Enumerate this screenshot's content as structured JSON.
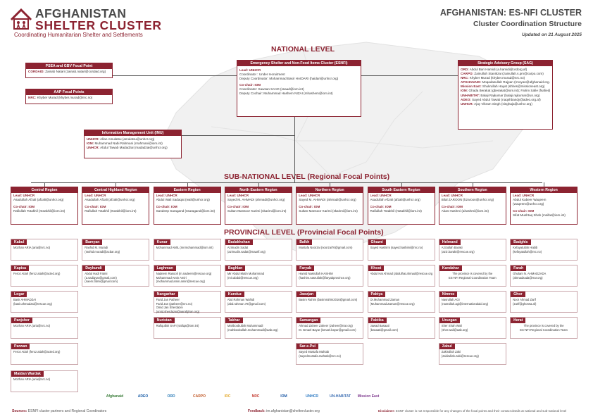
{
  "header": {
    "logo_line1": "AFGHANISTAN",
    "logo_line2": "SHELTER CLUSTER",
    "tagline": "Coordinating Humanitarian Shelter and Settlements",
    "title": "AFGHANISTAN: ES-NFI CLUSTER",
    "subtitle": "Cluster Coordination Structure",
    "updated": "Updated on 21 August 2025"
  },
  "levels": {
    "national": "NATIONAL LEVEL",
    "subnational": "SUB-NATIONAL LEVEL (Regional Focal Points)",
    "provincial": "PROVINCIAL LEVEL (Provincial Focal Points)"
  },
  "psea": {
    "title": "PSEA and GBV Focal Point",
    "label": "CORDAID:",
    "text": "Zainab Natari (zainab.natari@cordaid.org)"
  },
  "aap": {
    "title": "AAP Focal Points",
    "label": "NRC:",
    "text": "Khyber Murad (khyber.murad@nrc.no)"
  },
  "esnfi": {
    "title": "Emergency Shelter and Non-Food Items Cluster (ESNFI)",
    "lead_label": "Lead:",
    "lead_org": "UNHCR",
    "lead_lines": [
      "Coordinator : Under recruitment",
      "Deputy Coordinator: Mohammad Basir HAIDARI (haidari@unhcr.org)"
    ],
    "cochair_label": "Co-chair:",
    "cochair_org": "IOM",
    "cochair_lines": [
      "Coordinator: Sawsan SAAD (ssaad@iom.int)",
      "Deputy Cochair: Muhammad Hashem NIZAI (mhashem@iom.int)"
    ]
  },
  "sag": {
    "title": "Strategic Advisory Group (SAG)",
    "items": [
      {
        "org": "ORD:",
        "text": "Abdul Bari Hamidi (a.hamidi@ordorg.af)"
      },
      {
        "org": "CARPO:",
        "text": "Zainullah Stanikzai (zainullah.s.pm@carpo.com)"
      },
      {
        "org": "NRC:",
        "text": "Khyber Murad (khyber.murad@nrc.no)"
      },
      {
        "org": "AFGHANAID:",
        "text": "Moqadasullah Rajpan (rmoyan@afghanaid.org.uk)"
      },
      {
        "org": "Mission East:",
        "text": "Shukrullah Hayat (shhes@missioneast.org)"
      },
      {
        "org": "IOM:",
        "text": "Ghada Berakat (gberakat@iom.int); Fahim Safie (fsafie@iom.int)"
      },
      {
        "org": "UNHABITAT:",
        "text": "Balaji Rajkumar (balaji.rajkumar@un.org)"
      },
      {
        "org": "ADEO:",
        "text": "Sayed Abdul Tawab (naqshbandy@adeo.org.af)"
      },
      {
        "org": "UNHCR:",
        "text": "Ajay Vikram Singh (singhaja@unhcr.org)"
      }
    ]
  },
  "imu": {
    "title": "Information Management Unit (IMU)",
    "items": [
      {
        "org": "UNHCR:",
        "text": "Allan Amulatsu (amulatsu@unhcr.org)"
      },
      {
        "org": "IOM:",
        "text": "Muhammad Nabi Rahmani (nrahmani@iom.int)"
      },
      {
        "org": "UNHCR:",
        "text": "Abdul Tawab Madadzai (madadzai@unhcr.org)"
      }
    ]
  },
  "regions": [
    {
      "name": "Central Region",
      "lead": "UNHCR",
      "lead_text": "Asadullah Afzali (afzali@unhcr.org)",
      "cochair": "IOM",
      "cochair_text": "Rafiullah Totakhil (rtotakhil@iom.int)"
    },
    {
      "name": "Central Highland Region",
      "lead": "UNHCR",
      "lead_text": "Asadullah Afzali (afzali@unhcr.org)",
      "cochair": "IOM",
      "cochair_text": "Rafiullah Totakhil (rtotakhil@iom.int)"
    },
    {
      "name": "Eastern Region",
      "lead": "UNHCR",
      "lead_text": "Abdul Wali Sadaqat (wali@unhcr.org)",
      "cochair": "IOM",
      "cochair_text": "Sandeep Saragand (ssaragand@iom.int)"
    },
    {
      "name": "North Eastern Region",
      "lead": "UNHCR",
      "lead_text": "Sayed M. AHMADI (ahmadi@unhcr.org)",
      "cochair": "IOM",
      "cochair_text": "Sultan Mansoor Karimi (skarimi@iom.int)"
    },
    {
      "name": "Northern Region",
      "lead": "UNHCR",
      "lead_text": "Sayed M. AHMADI (ahmadi@unhcr.org)",
      "cochair": "IOM",
      "cochair_text": "Sultan Mansoor Karimi (skarimi@iom.int)"
    },
    {
      "name": "South Eastern Region",
      "lead": "UNHCR",
      "lead_text": "Asadullah Afzali (afzali@unhcr.org)",
      "cochair": "IOM",
      "cochair_text": "Rafiullah Totakhil (rtotakhil@iom.int)"
    },
    {
      "name": "Southern Region",
      "lead": "UNHCR",
      "lead_text": "Bilal ZAROON (bzaroon@unhcr.org)",
      "cochair": "IOM",
      "cochair_text": "Abas Hashmi (ahashmi@iom.int)"
    },
    {
      "name": "Western Region",
      "lead": "UNHCR",
      "lead_text": "Abdul Kabeer Waqeem (waqeem@unhcr.org)",
      "cochair": "IOM",
      "cochair_text": "Sifat Mushtaq Shah (msifat@iom.int)"
    }
  ],
  "provinces": [
    {
      "name": "Kabul",
      "lines": [
        "Mozhan ARIA (aria@nrc.no)"
      ]
    },
    {
      "name": "Kapisa",
      "lines": [
        "Feroz Atiah (feroz.atiah@acted.org)"
      ]
    },
    {
      "name": "Logar",
      "lines": [
        "Basir AHMADZAI",
        "(basir.ahmadzai@rescue.org)"
      ]
    },
    {
      "name": "Panjsher",
      "lines": [
        "Mozhan ARIA (aria@nrc.no)"
      ]
    },
    {
      "name": "Parwan",
      "lines": [
        "Feroz Atiah (feroz.atiah@acted.org)"
      ]
    },
    {
      "name": "Maidan Wardak",
      "lines": [
        "Mozhan ARIA (aria@nrc.no)"
      ]
    },
    {
      "name": "Bamyan",
      "lines": [
        "Rashid M. Muradi",
        "(rashid.muradi@acbar.org)"
      ]
    },
    {
      "name": "Daykundi",
      "lines": [
        "Abdul Hadi Fatmi",
        "(a.sadiqyar@gmail.com)",
        "(naem.fatmi@gmail.com)"
      ]
    },
    {
      "name": "Kunar",
      "lines": [
        "Mohammad AMIL (mnmohammad@iom.int)"
      ]
    },
    {
      "name": "Laghman",
      "lines": [
        "Nadeem Rasooli (m.nadeem@rescue.org)",
        "Mohammad Amin Amiri",
        "(mohammad.amin.amiri@rescue.org)"
      ]
    },
    {
      "name": "Nangarhar",
      "lines": [
        "Farid Jan Patheer",
        "Farid Jan (patheer@nrc.no)",
        "Omid Jan Sherdazei",
        "(omid.sherdazai@aarafghan.org)"
      ]
    },
    {
      "name": "Nuristan",
      "lines": [
        "Rafiqullah SAFI (safiqa@iom.int)"
      ]
    },
    {
      "name": "Badakhshan",
      "lines": [
        "Azimudin Sadat",
        "(azimudin.sadat@maarif.org)"
      ]
    },
    {
      "name": "Baghlan",
      "lines": [
        "Mir Abdul Matin Muhammad",
        "(mir.abdul@rescue.org)"
      ]
    },
    {
      "name": "Kunduz",
      "lines": [
        "Abd Rahman Wahidi",
        "(abd.rahman.78@gmail.com)"
      ]
    },
    {
      "name": "Takhar",
      "lines": [
        "Mahboobullah Muhammadi",
        "(mahboobullah.muhammadi@aab.org)"
      ]
    },
    {
      "name": "Balkh",
      "lines": [
        "Mustafa Noorzai (noorzai76@gmail.com)"
      ]
    },
    {
      "name": "Faryab",
      "lines": [
        "Hamid Nasrullah HASHIM",
        "(hashim.nasrullah@faryabprovince.org)"
      ]
    },
    {
      "name": "Jawzjan",
      "lines": [
        "Basim Rahim (basimrahim2016@gmail.com)"
      ]
    },
    {
      "name": "Samangan",
      "lines": [
        "Ahmad Zaheer Zaheer (zaheer@rrar.org)",
        "M. Ismael Bayar (ismael.bayar@gmail.com)"
      ]
    },
    {
      "name": "Sar-e-Pul",
      "lines": [
        "Sayed Mustafa Mahtab",
        "(sayedmustafa.mahtab@nrc.no)"
      ]
    },
    {
      "name": "Ghazni",
      "lines": [
        "Sayed Hashimi (sayed.hashimi@nrc.no)"
      ]
    },
    {
      "name": "Khost",
      "lines": [
        "Abdul Hai Ahmad (abdulhai.ahmad@rescue.org)"
      ]
    },
    {
      "name": "Paktya",
      "lines": [
        "Dr.Muhammad Zaman",
        "(Muhammad.Zaman@rescue.org)"
      ]
    },
    {
      "name": "Paktika",
      "lines": [
        "Jawad Basaati",
        "(basaati@gmail.com)"
      ]
    },
    {
      "name": "Helmand",
      "lines": [
        "Azizullah Baraki",
        "(aziz.baraki@rescue.org)"
      ]
    },
    {
      "name": "Kandahar",
      "lines": [
        "The province is covered by the",
        "ES-NFI Regional Coordination Team"
      ],
      "center": true
    },
    {
      "name": "Nimroz",
      "lines": [
        "Nasrullah AGI",
        "(nasrullah.agi@internationalaid.org)"
      ]
    },
    {
      "name": "Uruzgan",
      "lines": [
        "Sher Shah Wali",
        "(sher.wali@aab.org)"
      ]
    },
    {
      "name": "Zabul",
      "lines": [
        "Zakirullah Zaki",
        "(zakirullah.zaki@rescue.org)"
      ]
    },
    {
      "name": "Badghis",
      "lines": [
        "Kefayatullah Habib",
        "(kefayatullah@nrc.no)"
      ]
    },
    {
      "name": "Farah",
      "lines": [
        "Ghulam N. AHMADZADA",
        "(ahmadzada@rrar.org)"
      ]
    },
    {
      "name": "Ghor",
      "lines": [
        "Noor Ahmad Zarif",
        "(zarif@ghorwa.af)"
      ]
    },
    {
      "name": "Herat",
      "lines": [
        "The province is covered by the",
        "ES-NFI Regional Coordination Team"
      ],
      "center": true
    }
  ],
  "partners": [
    "Afghanaid",
    "ADEO",
    "ORD",
    "CARPO",
    "IRC",
    "NRC",
    "IOM",
    "UNHCR",
    "UN-HABITAT",
    "Mission East"
  ],
  "footer": {
    "sources_label": "Sources:",
    "sources_text": "ESNFI cluster partners and Regional Coordinators",
    "feedback_label": "Feedback:",
    "feedback_text": "im.afghanistan@sheltercluster.org",
    "disclaimer_label": "Disclaimer:",
    "disclaimer_text": "ESNF cluster is not responsible for any changes of the focal points and their contact details at national and sub-national level"
  },
  "colors": {
    "accent": "#8c2331",
    "text": "#333333",
    "map": "#e9e9e9"
  }
}
